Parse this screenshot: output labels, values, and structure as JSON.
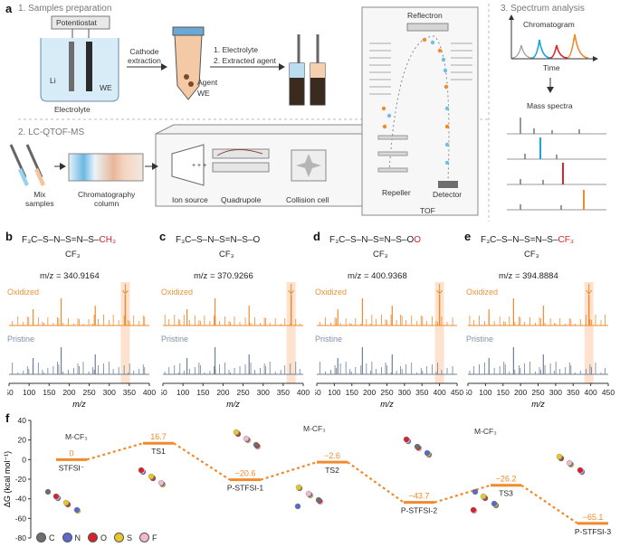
{
  "panel_a": {
    "letter": "a",
    "step1": "1. Samples preparation",
    "step2": "2. LC-QTOF-MS",
    "step3": "3. Spectrum analysis",
    "potentiostat": "Potentiostat",
    "li": "Li",
    "we": "WE",
    "electrolyte": "Electrolyte",
    "cathode_extraction": "Cathode\nextraction",
    "agent": "Agent",
    "we2": "WE",
    "steps_list": [
      "1. Electrolyte",
      "2. Extracted agent"
    ],
    "mix_samples": "Mix\nsamples",
    "chromatography_column": "Chromatography\ncolumn",
    "ion_source": "Ion source",
    "quadrupole": "Quadrupole",
    "collision_cell": "Collision cell",
    "repeller": "Repeller",
    "tof": "TOF",
    "reflectron": "Reflectron",
    "detector": "Detector",
    "chromatogram": "Chromatogram",
    "time": "Time",
    "mass_spectra": "Mass spectra"
  },
  "spectra_panels": [
    {
      "letter": "b",
      "mz": "m/z = 340.9164",
      "oxidized": "Oxidized",
      "pristine": "Pristine",
      "xlabel": "m/z",
      "ticks": [
        "50",
        "100",
        "150",
        "200",
        "250",
        "300",
        "350",
        "400"
      ],
      "highlight": 340
    },
    {
      "letter": "c",
      "mz": "m/z = 370.9266",
      "oxidized": "Oxidized",
      "pristine": "Pristine",
      "xlabel": "m/z",
      "ticks": [
        "50",
        "100",
        "150",
        "200",
        "250",
        "300",
        "350",
        "400"
      ],
      "highlight": 370
    },
    {
      "letter": "d",
      "mz": "m/z = 400.9368",
      "oxidized": "Oxidized",
      "pristine": "Pristine",
      "xlabel": "m/z",
      "ticks": [
        "50",
        "100",
        "150",
        "200",
        "250",
        "300",
        "350",
        "400",
        "450"
      ],
      "highlight": 400
    },
    {
      "letter": "e",
      "mz": "m/z = 394.8884",
      "oxidized": "Oxidized",
      "pristine": "Pristine",
      "xlabel": "m/z",
      "ticks": [
        "50",
        "100",
        "150",
        "200",
        "250",
        "300",
        "350",
        "400",
        "450"
      ],
      "highlight": 395
    }
  ],
  "structures": [
    {
      "left": "F₃C",
      "mid": "–S–N–S=N–S–",
      "right": "CH₃",
      "cf3": "CF₃"
    },
    {
      "left": "F₃C",
      "mid": "–S–N–S=N–S–O",
      "right": "",
      "cf3": "CF₃"
    },
    {
      "left": "F₃C",
      "mid": "–S–N–S=N–S–O",
      "right": "O",
      "cf3": "CF₃"
    },
    {
      "left": "F₃C",
      "mid": "–S–N–S=N–S–",
      "right": "CF₃",
      "cf3": "CF₃"
    }
  ],
  "panel_f": {
    "letter": "f",
    "ylabel": "ΔG (kcal mol⁻¹)",
    "mcf3": "M-CF₃",
    "legend": [
      "C",
      "N",
      "O",
      "S",
      "F"
    ],
    "legend_colors": [
      "#6d6d6d",
      "#5b67c9",
      "#d4232a",
      "#e8c72a",
      "#f2b9c8"
    ],
    "colors": {
      "path": "#f08a2c"
    }
  },
  "chart_data": [
    {
      "type": "line",
      "title": "",
      "ylabel": "ΔG (kcal mol⁻¹)",
      "ylim": [
        -80,
        40
      ],
      "yticks": [
        40,
        20,
        0,
        -20,
        -40,
        -60,
        -80
      ],
      "series": [
        {
          "values": [
            {
              "state": "STFSI⁻",
              "energy": 0,
              "label": "0"
            },
            {
              "state": "TS1",
              "energy": 16.7,
              "label": "16.7"
            },
            {
              "state": "P-STFSI-1",
              "energy": -20.6,
              "label": "−20.6"
            },
            {
              "state": "TS2",
              "energy": -2.6,
              "label": "−2.6"
            },
            {
              "state": "P-STFSI-2",
              "energy": -43.7,
              "label": "−43.7"
            },
            {
              "state": "TS3",
              "energy": -26.2,
              "label": "−26.2"
            },
            {
              "state": "P-STFSI-3",
              "energy": -65.1,
              "label": "−65.1"
            }
          ]
        }
      ]
    }
  ]
}
